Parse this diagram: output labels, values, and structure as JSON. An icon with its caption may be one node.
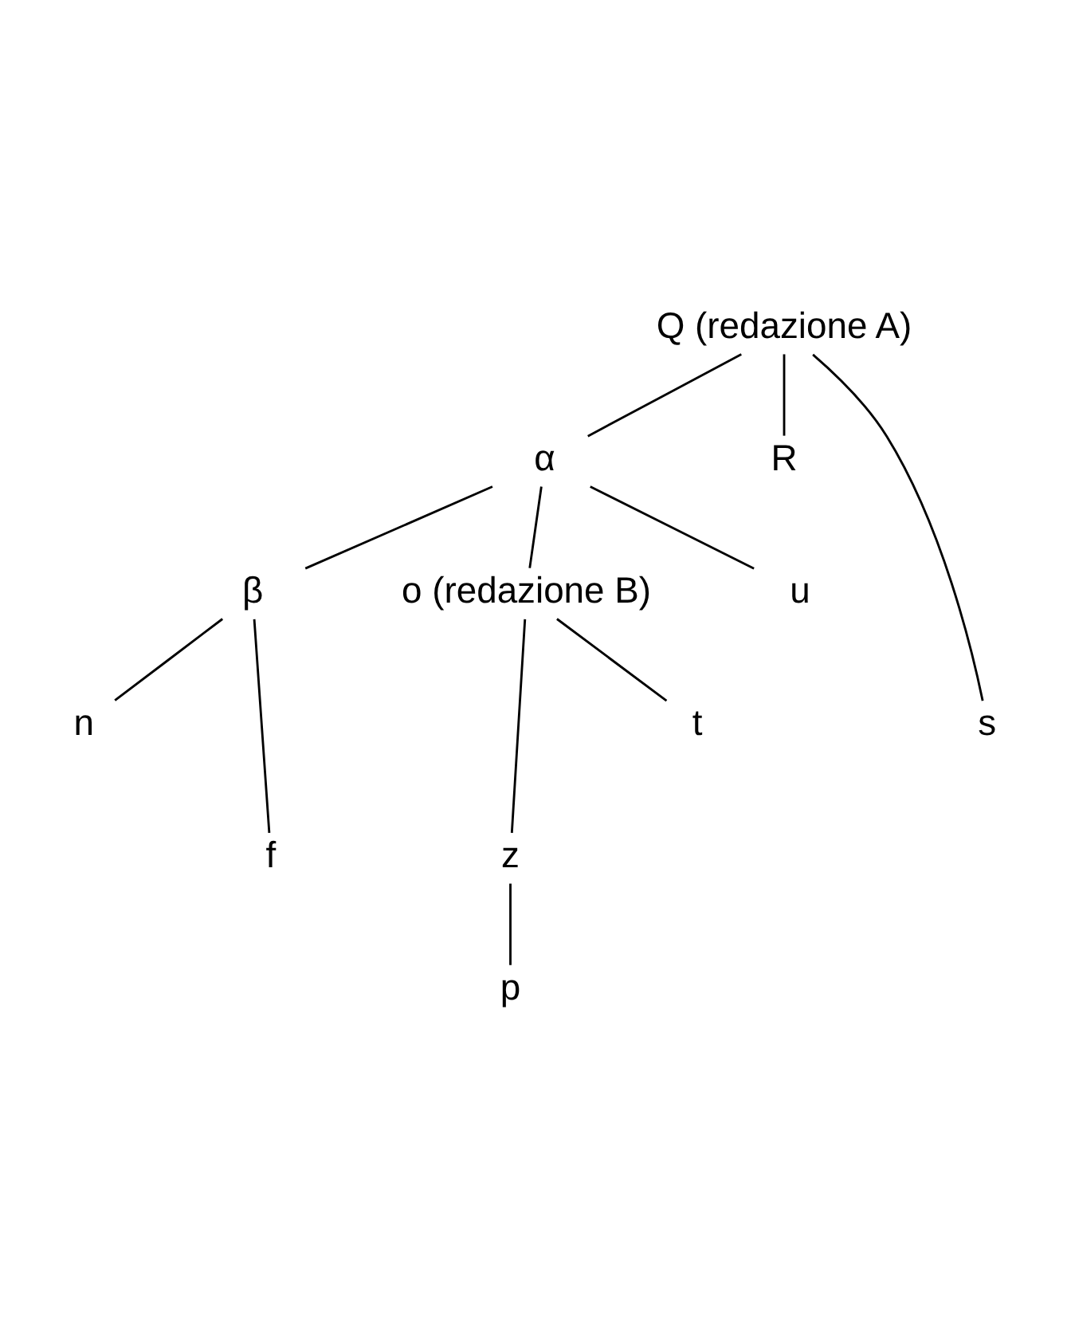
{
  "diagram": {
    "nodes": [
      {
        "text": [
          "Q (redazione A)"
        ]
      },
      {
        "text": [
          "α"
        ]
      },
      {
        "text": [
          "R"
        ]
      },
      {
        "text": [
          "β"
        ]
      },
      {
        "text": [
          "o (redazione B)"
        ]
      },
      {
        "text": [
          "u"
        ]
      },
      {
        "text": [
          "n"
        ]
      },
      {
        "text": [
          "f"
        ]
      },
      {
        "text": [
          "z"
        ]
      },
      {
        "text": [
          "t"
        ]
      },
      {
        "text": [
          "p"
        ]
      },
      {
        "text": [
          "s"
        ]
      }
    ],
    "edges": [
      {
        "from": 0,
        "to": 1,
        "arrow": "none"
      },
      {
        "from": 0,
        "to": 2,
        "arrow": "none"
      },
      {
        "from": 0,
        "to": 11,
        "arrow": "none"
      },
      {
        "from": 1,
        "to": 3,
        "arrow": "none"
      },
      {
        "from": 1,
        "to": 4,
        "arrow": "none"
      },
      {
        "from": 1,
        "to": 5,
        "arrow": "none"
      },
      {
        "from": 3,
        "to": 6,
        "arrow": "none"
      },
      {
        "from": 3,
        "to": 7,
        "arrow": "none"
      },
      {
        "from": 4,
        "to": 8,
        "arrow": "none"
      },
      {
        "from": 4,
        "to": 9,
        "arrow": "none"
      },
      {
        "from": 8,
        "to": 10,
        "arrow": "none"
      }
    ]
  }
}
